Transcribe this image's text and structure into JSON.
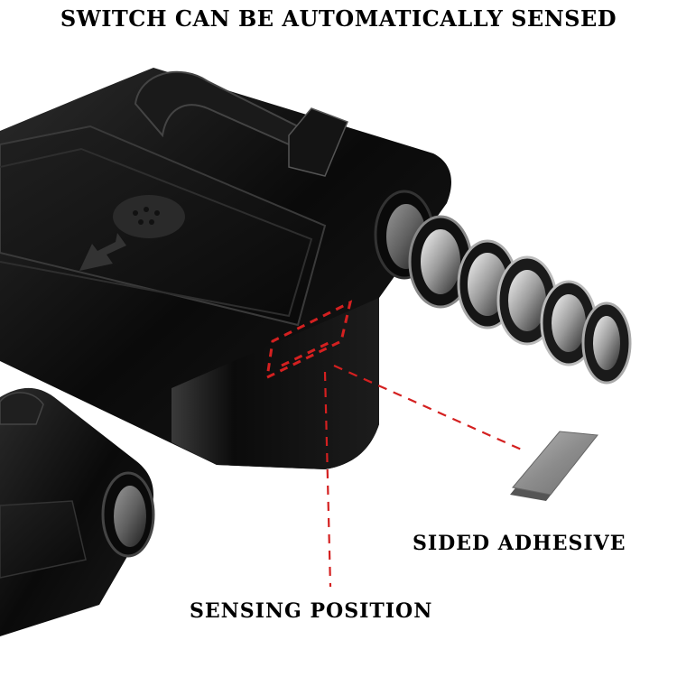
{
  "headline": "SWITCH CAN BE AUTOMATICALLY SENSED",
  "labels": {
    "adhesive": "SIDED ADHESIVE",
    "sensing": "SENSING POSITION"
  },
  "colors": {
    "marker": "#d42020",
    "device": "#0d0d0d",
    "background": "#ffffff"
  }
}
